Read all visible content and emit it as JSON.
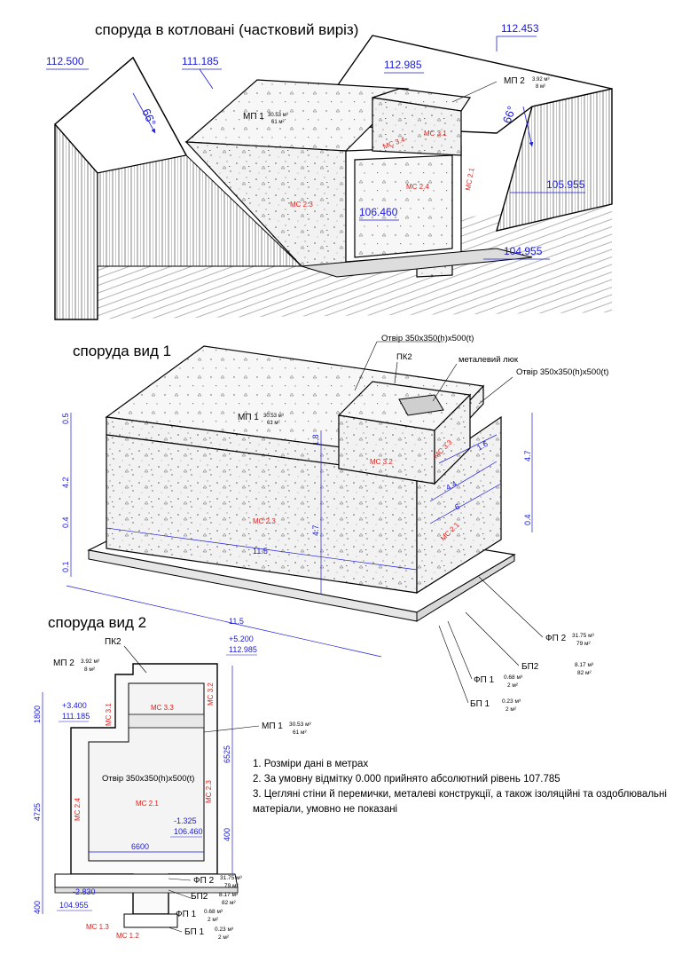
{
  "headings": {
    "section": "споруда в котловані (частковий виріз)",
    "view1": "споруда вид 1",
    "view2": "споруда вид 2"
  },
  "section_view": {
    "levels": {
      "l1": "112.500",
      "l2": "111.185",
      "l3": "112.985",
      "l4": "112.453",
      "l5": "105.955",
      "l6": "106.460",
      "l7": "104.955"
    },
    "angles": {
      "left": "66°",
      "right": "66°"
    },
    "labels": {
      "mp1": "МП 1",
      "mp1_vol": "30.53 м³",
      "mp1_area": "61 м²",
      "mp2": "МП 2",
      "mp2_vol": "3.92 м³",
      "mp2_area": "8 м²",
      "ms23": "МС 2.3",
      "ms24": "МС 2.4",
      "ms21": "МС 2.1",
      "ms34": "МС 3.4",
      "ms31": "МС 3.1"
    }
  },
  "view1": {
    "callouts": {
      "hole1": "Отвір  350x350(h)x500(t)",
      "pk2": "ПК2",
      "hatch": "металевий люк",
      "hole2": "Отвір  350x350(h)x500(t)"
    },
    "labels": {
      "mp1": "МП 1",
      "mp1_vol": "30.53 м³",
      "mp1_area": "61 м²",
      "ms32": "МС 3.2",
      "ms33": "МС 3.3",
      "ms23": "МС 2.3",
      "ms21": "МС 2.1"
    },
    "dims": {
      "d05": "0.5",
      "d42": "4.2",
      "d04a": "0.4",
      "d01": "0.1",
      "d18": "1.8",
      "d47a": "4.7",
      "d115a": "11.5",
      "d115b": "11.5",
      "d16": "1.6",
      "d44": "4.4",
      "d6": "6",
      "d47b": "4.7",
      "d04b": "0.4"
    },
    "legend": {
      "fp2": "ФП 2",
      "fp2_vol": "31.75 м³",
      "fp2_area": "79 м²",
      "bp2": "БП2",
      "bp2_vol": "8.17 м³",
      "bp2_area": "82 м²",
      "fp1": "ФП 1",
      "fp1_vol": "0.68 м³",
      "fp1_area": "2 м²",
      "bp1": "БП 1",
      "bp1_vol": "0.23 м³",
      "bp1_area": "2 м²"
    }
  },
  "view2": {
    "levels": {
      "plus52": "+5.200",
      "l112985": "112.985",
      "plus34": "+3.400",
      "l111185": "111.185",
      "minus1325": "-1.325",
      "l106460": "106.460",
      "minus283": "-2.830",
      "l104955": "104.955"
    },
    "labels": {
      "pk2": "ПК2",
      "mp2": "МП 2",
      "mp2_vol": "3.92 м³",
      "mp2_area": "8 м²",
      "mp1": "МП 1",
      "mp1_vol": "30.53 м³",
      "mp1_area": "61 м²",
      "hole": "Отвір  350x350(h)x500(t)",
      "ms31": "МС 3.1",
      "ms33": "МС 3.3",
      "ms32": "МС 3.2",
      "ms24": "МС 2.4",
      "ms21": "МС 2.1",
      "ms23": "МС 2.3",
      "ms13": "МС 1.3",
      "ms12": "МС 1.2"
    },
    "dims": {
      "d1800": "1800",
      "d4725": "4725",
      "d6525": "6525",
      "d400a": "400",
      "d6600": "6600",
      "d400b": "400"
    },
    "legend": {
      "fp2": "ФП 2",
      "fp2_vol": "31.75 м³",
      "fp2_area": "79 м²",
      "bp2": "БП2",
      "bp2_vol": "8.17 м³",
      "bp2_area": "82 м²",
      "fp1": "ФП 1",
      "fp1_vol": "0.68 м³",
      "fp1_area": "2 м²",
      "bp1": "БП 1",
      "bp1_vol": "0.23 м³",
      "bp1_area": "2 м²"
    }
  },
  "notes": [
    "1. Розміри дані в метрах",
    "2. За умовну відмітку 0.000 прийнято абсолютний рівень 107.785",
    "3. Цегляні стіни й перемички, металеві конструкції, а також ізоляційні та оздоблювальні",
    "матеріали, умовно не показані"
  ],
  "colors": {
    "dimension": "#1a1ad8",
    "member": "#e0201b",
    "line": "#000000"
  }
}
